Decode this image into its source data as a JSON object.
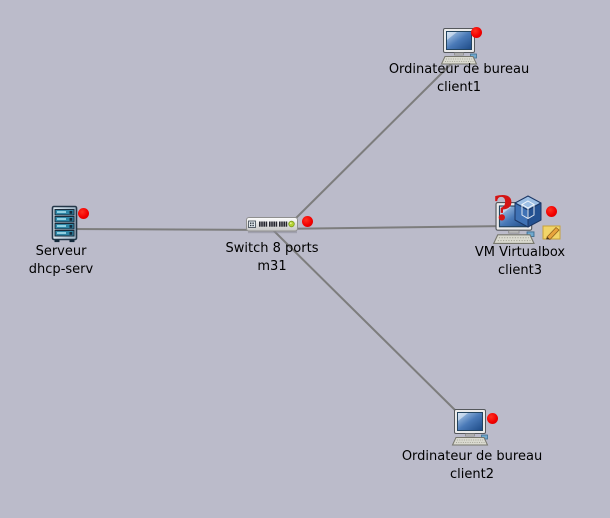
{
  "scene": {
    "background_color": "#bbbbca",
    "link_color": "#7d7d7d",
    "status_dot_color": "#ff0000",
    "switch_led_color": "#b5d334"
  },
  "nodes": [
    {
      "name": "serveur",
      "icon": "server-icon",
      "label_line1": "Serveur",
      "label_line2": "dhcp-serv"
    },
    {
      "name": "switch",
      "icon": "switch-icon",
      "label_line1": "Switch 8 ports",
      "label_line2": "m31"
    },
    {
      "name": "client1",
      "icon": "desktop-computer-icon",
      "label_line1": "Ordinateur de bureau",
      "label_line2": "client1"
    },
    {
      "name": "client3",
      "icon": "virtualbox-vm-icon",
      "label_line1": "VM Virtualbox",
      "label_line2": "client3",
      "overlay_question_mark": "?",
      "badge": "note-pencil-icon"
    },
    {
      "name": "client2",
      "icon": "desktop-computer-icon",
      "label_line1": "Ordinateur de bureau",
      "label_line2": "client2"
    }
  ],
  "links": [
    {
      "from": "dhcp-serv",
      "to": "m31"
    },
    {
      "from": "m31",
      "to": "client1"
    },
    {
      "from": "m31",
      "to": "client3"
    },
    {
      "from": "m31",
      "to": "client2"
    }
  ]
}
